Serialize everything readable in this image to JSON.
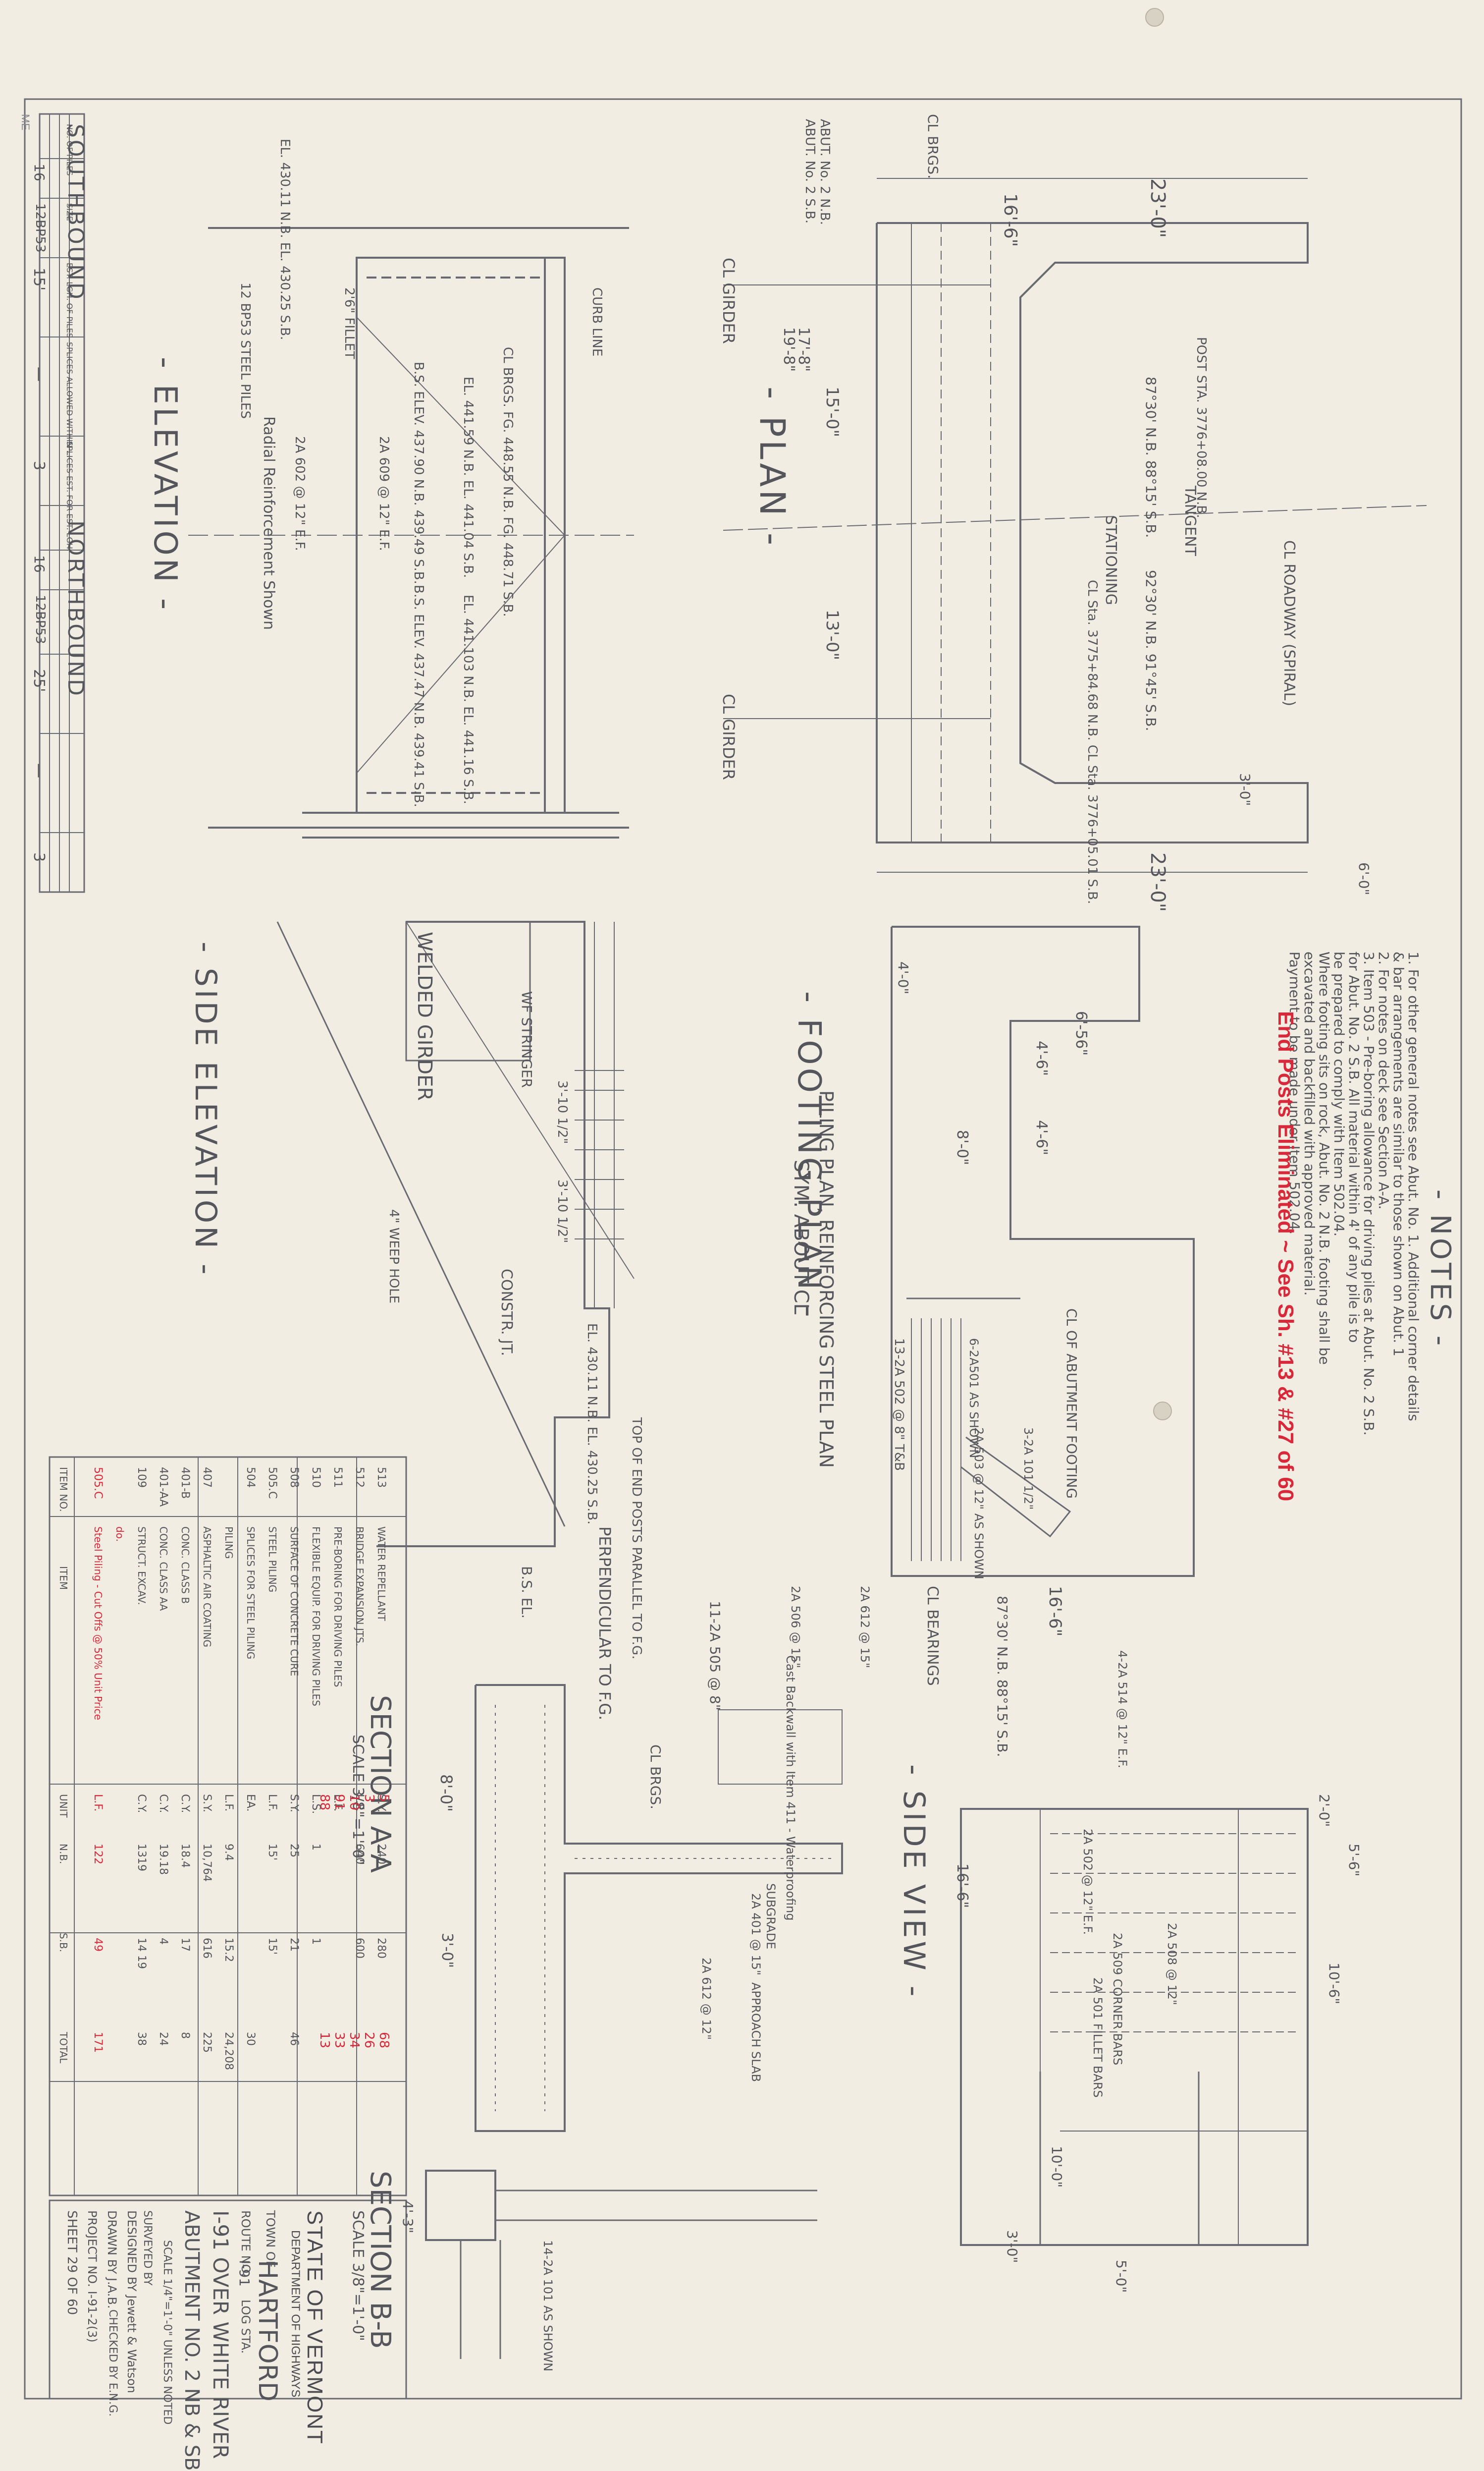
{
  "titleblock": {
    "state": "STATE OF VERMONT",
    "department": "DEPARTMENT OF HIGHWAYS",
    "town_label": "TOWN OF",
    "town": "HARTFORD",
    "route_label": "ROUTE NO.",
    "route": "I-91",
    "log_label": "LOG STA.",
    "bridge": "I-91 OVER WHITE RIVER",
    "subject": "ABUTMENT NO. 2 NB & SB",
    "scale_note": "SCALE 1/4\"=1'-0\" UNLESS NOTED",
    "surveyed_by": "SURVEYED BY",
    "designed_by": "DESIGNED BY Jewett & Watson",
    "drawn_by": "DRAWN BY J.A.B.",
    "checked_by": "CHECKED BY E.N.G.",
    "project": "PROJECT NO. I-91-2(3)",
    "sheet": "SHEET 29 OF 60"
  },
  "views": {
    "plan": "- PLAN -",
    "footing_plan": "- FOOTING PLAN -",
    "elevation": "- ELEVATION -",
    "side_elevation": "- SIDE ELEVATION -",
    "side_view": "- SIDE VIEW -",
    "section_aa": "SECTION A-A",
    "section_aa_scale": "SCALE 3/8\"=1'-0\"",
    "section_bb": "SECTION B-B",
    "section_bb_scale": "SCALE 3/8\"=1'-0\"",
    "southbound": "SOUTHBOUND",
    "northbound": "NORTHBOUND",
    "piling_plan": "PILING PLAN, REINFORCING STEEL PLAN",
    "sym_about": "SYM. ABOUT CL",
    "footing_note": "CL OF ABUTMENT FOOTING"
  },
  "notes": {
    "heading": "- NOTES -",
    "lines": [
      "1. For other general notes see Abut. No. 1. Additional corner details",
      "& bar arrangements are similar to those shown on Abut. 1",
      "2. For notes on deck see Section A-A.",
      "3. Item 503 - Pre-boring allowance for driving piles at Abut. No. 2 S.B.",
      "for Abut. No. 2 S.B. All material within 4' of any pile is to",
      "be prepared to comply with Item 502.04.",
      "Where footing sits on rock, Abut. No. 2 N.B. footing shall be",
      "excavated and backfilled with approved material.",
      "Payment to be made under Item 502.04."
    ],
    "red_note": "End Posts Eliminated ~ See Sh. #13 & #27 of 60"
  },
  "piles_tables": [
    {
      "title": "SOUTHBOUND",
      "headers": [
        "NO. OF PILES",
        "SIZE",
        "EST. LGH. OF PILES",
        "SPLICES ALLOWED WITHIN ...",
        "SPLICES EST. FOR EST. LGH."
      ],
      "row": [
        "16",
        "12BP53",
        "15'",
        "—",
        "3"
      ]
    },
    {
      "title": "NORTHBOUND",
      "headers": [
        "NO. OF PILES",
        "SIZE",
        "EST. LGH. OF PILES",
        "SPLICES ALLOWED WITHIN ...",
        "SPLICES EST. FOR EST. LGH."
      ],
      "row": [
        "16",
        "12BP53",
        "25'",
        "—",
        "3"
      ]
    }
  ],
  "quantities": {
    "headers": [
      "ITEM NO.",
      "ITEM",
      "UNIT",
      "N.B.",
      "S.B.",
      "TOTAL"
    ],
    "rows": [
      {
        "item": "505.C",
        "desc": "Steel Piling - Cut Offs @ 50% Unit Price",
        "unit": "L.F.",
        "nb": "122",
        "sb": "49",
        "total": "171",
        "red": true
      },
      {
        "item": "",
        "desc": "do.",
        "unit": "",
        "nb": "",
        "sb": "",
        "total": "",
        "red": true
      },
      {
        "item": "109",
        "desc": "STRUCT. EXCAV.",
        "unit": "C.Y.",
        "nb": "1319",
        "sb": "14 19",
        "total": "38",
        "red": false
      },
      {
        "item": "401-AA",
        "desc": "CONC. CLASS AA",
        "unit": "C.Y.",
        "nb": "19.18",
        "sb": "4",
        "total": "24",
        "red": false
      },
      {
        "item": "401-B",
        "desc": "CONC. CLASS B",
        "unit": "C.Y.",
        "nb": "18.4",
        "sb": "17",
        "total": "8",
        "red": false
      },
      {
        "item": "407",
        "desc": "ASPHALTIC AIR COATING",
        "unit": "S.Y.",
        "nb": "10,764",
        "sb": "616",
        "total": "225",
        "red": false
      },
      {
        "item": "",
        "desc": "PILING",
        "unit": "L.F.",
        "nb": "9.4",
        "sb": "15.2",
        "total": "24,208",
        "red": false
      },
      {
        "item": "504",
        "desc": "SPLICES FOR STEEL PILING",
        "unit": "EA.",
        "nb": "",
        "sb": "",
        "total": "30",
        "red": false
      },
      {
        "item": "505.C",
        "desc": "STEEL PILING",
        "unit": "L.F.",
        "nb": "15'",
        "sb": "15'",
        "total": "",
        "red": false
      },
      {
        "item": "508",
        "desc": "SURFACE OF CONCRETE CURE",
        "unit": "S.Y.",
        "nb": "25",
        "sb": "21",
        "total": "46",
        "red": false
      },
      {
        "item": "510",
        "desc": "FLEXIBLE EQUIP. FOR DRIVING PILES",
        "unit": "L.S.",
        "nb": "1",
        "sb": "1",
        "total": "",
        "red": false
      },
      {
        "item": "511",
        "desc": "PRE-BORING FOR DRIVING PILES",
        "unit": "L.F.",
        "nb": "",
        "sb": "",
        "total": "",
        "red": false
      },
      {
        "item": "512",
        "desc": "BRIDGE EXPANSION JTS.",
        "unit": "L.F.",
        "nb": "640",
        "sb": "600",
        "total": "",
        "red": false
      },
      {
        "item": "513",
        "desc": "WATER REPELLANT",
        "unit": "S.Y.",
        "nb": "240",
        "sb": "280",
        "total": "",
        "red": false
      }
    ],
    "red_values": [
      "5",
      "3",
      "10",
      "91",
      "88",
      "68",
      "26",
      "34",
      "33",
      "13"
    ]
  },
  "plan_labels": {
    "width_top": "23'-0\"",
    "width_mid": "16'-6\"",
    "width_bot": "23'-0\"",
    "girder_1": "CL GIRDER",
    "girder_2": "CL GIRDER",
    "tangent": "TANGENT",
    "stationing": "STATIONING",
    "roadway": "CL ROADWAY (SPIRAL)",
    "brgs": "CL BRGS.",
    "abut_nb": "ABUT. No. 2 N.B.",
    "abut_sb": "ABUT. No. 2 S.B.",
    "post_sta": "POST STA. 3776+08.00 N.B.",
    "angle_1": "87°30' N.B. 88°15' S.B.",
    "angle_2": "92°30' N.B. 91°45' S.B.",
    "sta_2": "CL Sta. 3775+84.68 N.B. CL Sta. 3776+05.01 S.B.",
    "dim_1": "15'-0\"",
    "dim_2": "13'-0\"",
    "dim_3": "17'-8\"",
    "dim_4": "19'-8\"",
    "dim_5": "3'-0\"",
    "dim_6": "6'-0\""
  },
  "elevation_labels": {
    "curb_line": "CURB LINE",
    "fillet": "2'6\" FILLET",
    "brgs_el": "CL BRGS. FG. 448.55 N.B. FG. 448.71 S.B.",
    "b_el_1": "B.S. ELEV. 437.90 N.B. 439.49 S.B.",
    "b_el_2": "B.S. ELEV. 437.47 N.B. 439.41 S.B.",
    "el_1": "EL. 441.59 N.B. EL. 441.04 S.B.",
    "el_2": "EL. 441.103 N.B. EL. 441.16 S.B.",
    "el_3": "EL. 430.11 N.B. EL. 430.25 S.B.",
    "radial": "Radial Reinforcement Shown",
    "piles": "12 BP53 STEEL PILES",
    "bars_1": "2A 602 @ 12\" E.F.",
    "bars_2": "2A 609 @ 12\" E.F."
  },
  "side_elev_labels": {
    "welded": "WELDED GIRDER",
    "stringer": "WF STRINGER",
    "weep": "4\" WEEP HOLE",
    "constr": "CONSTR. JT.",
    "top_posts": "TOP OF END POSTS PARALLEL TO F.G.",
    "perp": "PERPENDICULAR TO F.G.",
    "dim_a": "3'-10 1/2\"",
    "dim_b": "3'-10 1/2\"",
    "el_low": "EL. 430.11 N.B. EL. 430.25 S.B."
  },
  "footing_labels": {
    "dim_a": "4'-6\"",
    "dim_b": "4'-6\"",
    "dim_c": "6'-56\"",
    "dim_d": "8'-0\"",
    "dim_e": "16'-6\"",
    "dim_f": "4'-0\"",
    "bars": "13-2A 502 @ 8\" T&B",
    "bars_2": "6-2A501 AS SHOWN",
    "bars_3": "3-2A 101 1/2\"",
    "bars_4": "2A 503 @ 12\" AS SHOWN",
    "bearings": "CL BEARINGS",
    "angle": "87°30' N.B. 88°15' S.B."
  },
  "side_view_labels": {
    "dim_a": "2'-0\"",
    "dim_b": "5'-6\"",
    "dim_c": "10'-6\"",
    "dim_d": "10'-0\"",
    "dim_e": "5'-0\"",
    "dim_f": "16'-6\"",
    "dim_g": "3'-0\"",
    "bars_1": "2A 502 @ 12\" E.F.",
    "bars_2": "2A 501 FILLET BARS",
    "bars_3": "2A 509 CORNER BARS",
    "bars_4": "2A 508 @ 12\"",
    "bars_5": "4-2A 514 @ 12\" E.F."
  },
  "section_labels": {
    "bs_el": "B.S. EL.",
    "brgs": "CL BRGS.",
    "approach": "APPROACH SLAB",
    "subgrade": "SUBGRADE",
    "bars_1": "2A 506 @ 15\"",
    "bars_2": "2A 612 @ 15\"",
    "bars_3": "11-2A 505 @ 8\"",
    "bars_4": "2A 401 @ 15\"",
    "bars_5": "2A 612 @ 12\"",
    "bars_6": "14-2A 101 AS SHOWN",
    "dim_a": "8'-0\"",
    "dim_b": "3'-0\"",
    "dim_c": "4'-3\"",
    "backwall": "Cast Backwall with Item 411 - Waterproofing"
  },
  "edge_mark": "ME"
}
